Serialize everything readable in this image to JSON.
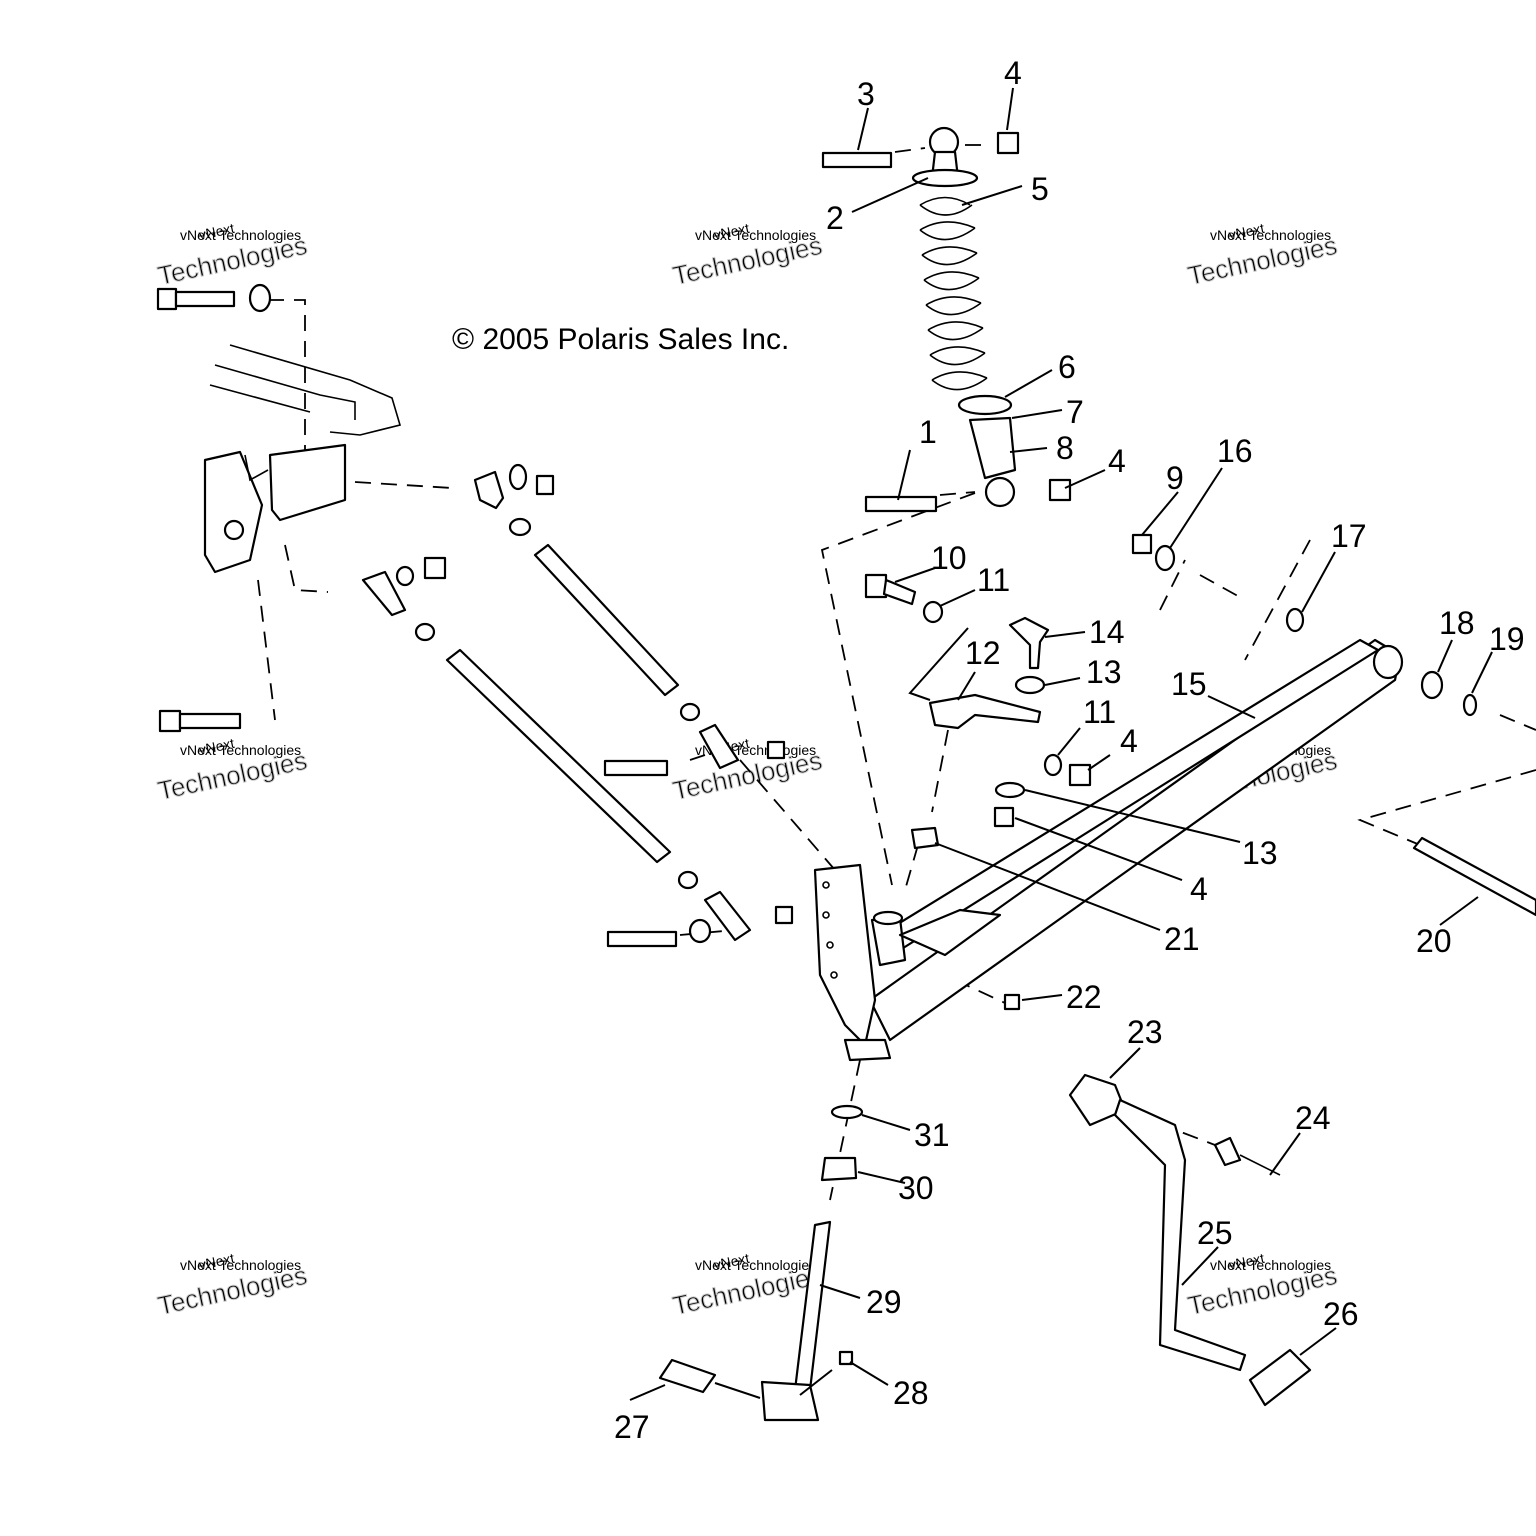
{
  "copyright": "© 2005 Polaris Sales Inc.",
  "watermark": {
    "brand": "vNext",
    "line": "vNext Technologies",
    "large": "Technologies"
  },
  "callouts": [
    "1",
    "2",
    "3",
    "4",
    "4",
    "4",
    "4",
    "5",
    "6",
    "7",
    "8",
    "9",
    "10",
    "11",
    "11",
    "12",
    "13",
    "13",
    "14",
    "15",
    "16",
    "17",
    "18",
    "19",
    "20",
    "21",
    "22",
    "23",
    "24",
    "25",
    "26",
    "27",
    "28",
    "29",
    "30",
    "31"
  ]
}
